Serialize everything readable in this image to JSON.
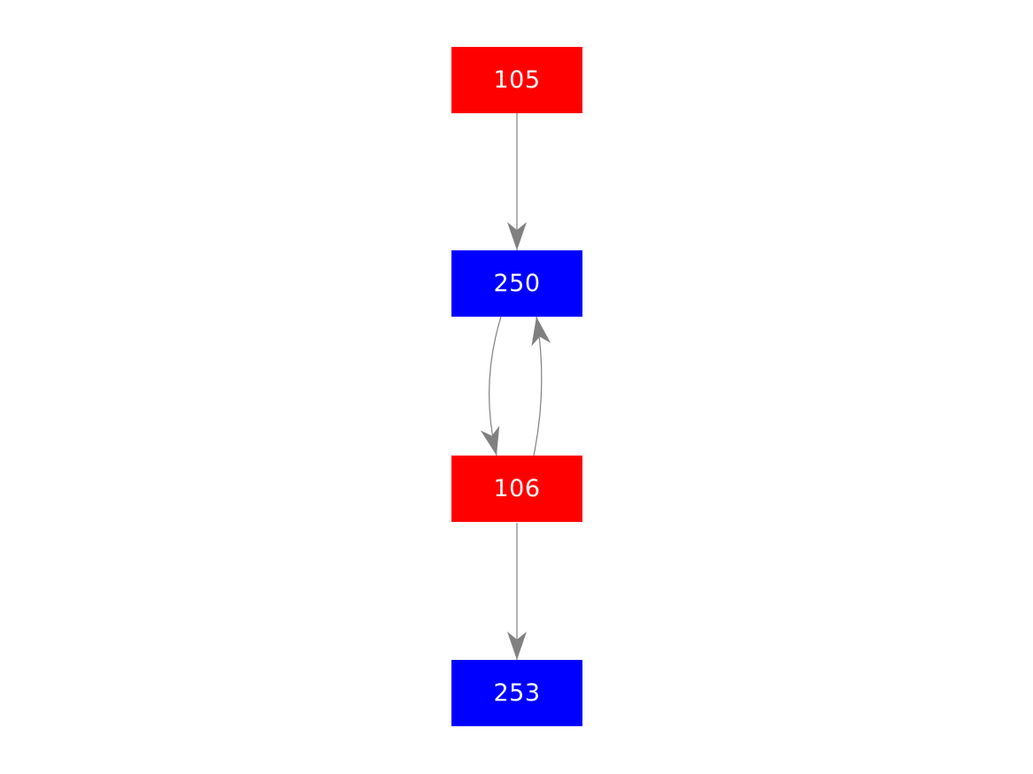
{
  "diagram": {
    "type": "directed-graph",
    "background_color": "#ffffff",
    "edge_color": "#808080",
    "nodes": [
      {
        "id": "105",
        "label": "105",
        "fill_color": "#ff0000",
        "text_color": "#ffffff",
        "shape": "rectangle"
      },
      {
        "id": "250",
        "label": "250",
        "fill_color": "#0000ff",
        "text_color": "#ffffff",
        "shape": "rectangle"
      },
      {
        "id": "106",
        "label": "106",
        "fill_color": "#ff0000",
        "text_color": "#ffffff",
        "shape": "rectangle"
      },
      {
        "id": "253",
        "label": "253",
        "fill_color": "#0000ff",
        "text_color": "#ffffff",
        "shape": "rectangle"
      }
    ],
    "edges": [
      {
        "from": "105",
        "to": "250",
        "style": "straight"
      },
      {
        "from": "250",
        "to": "106",
        "style": "curved-left"
      },
      {
        "from": "106",
        "to": "250",
        "style": "curved-right"
      },
      {
        "from": "106",
        "to": "253",
        "style": "straight"
      }
    ]
  }
}
